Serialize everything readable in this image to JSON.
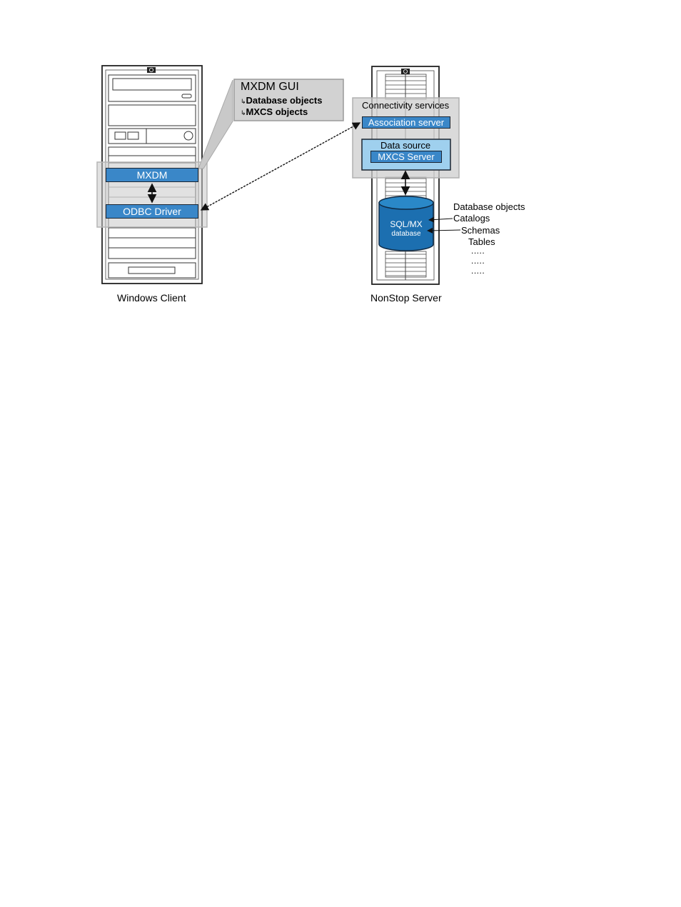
{
  "windows_client": {
    "caption": "Windows Client",
    "logo_icon": "hp-logo-icon",
    "mxdm_label": "MXDM",
    "odbc_label": "ODBC Driver"
  },
  "callout": {
    "title": "MXDM GUI",
    "items": [
      "Database objects",
      "MXCS objects"
    ],
    "item_glyph": "↳"
  },
  "nonstop_server": {
    "caption": "NonStop Server",
    "logo_icon": "hp-logo-icon",
    "connectivity_label": "Connectivity services",
    "association_label": "Association server",
    "data_source_label": "Data source",
    "mxcs_label": "MXCS Server",
    "db_label_line1": "SQL/MX",
    "db_label_line2": "database"
  },
  "db_objects": {
    "heading": "Database objects",
    "catalogs": "Catalogs",
    "schemas": "Schemas",
    "tables": "Tables",
    "ellipses": [
      ".....",
      ".....",
      "....."
    ]
  },
  "colors": {
    "box_blue": "#3a87c8",
    "light_blue": "#9fd0ee",
    "db_blue": "#1c6fb0",
    "gray_panel": "#d6d6d6",
    "tower_border": "#222222"
  }
}
